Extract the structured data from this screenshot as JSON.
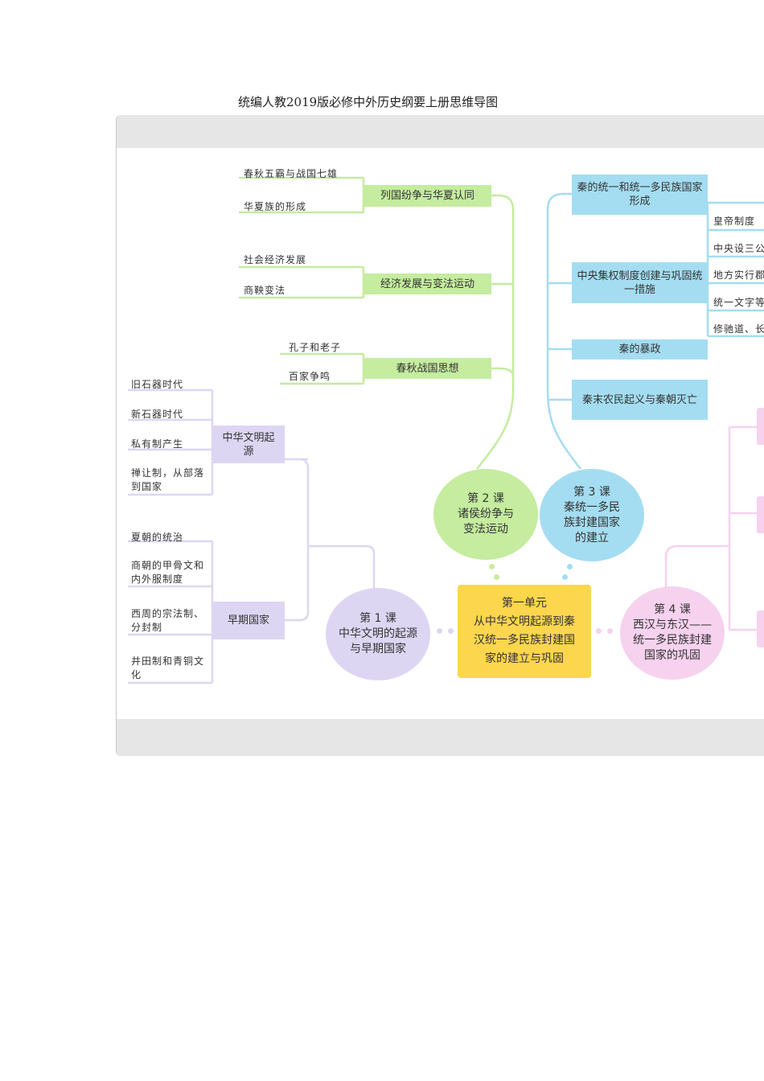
{
  "document": {
    "title": "统编人教2019版必修中外历史纲要上册思维导图"
  },
  "center": {
    "line1": "第一单元",
    "line2": "从中华文明起源到秦",
    "line3": "汉统一多民族封建国",
    "line4": "家的建立与巩固"
  },
  "lesson1": {
    "line1": "第 1 课",
    "line2": "中华文明的起源",
    "line3": "与早期国家",
    "branches": [
      {
        "label": "中华文明起源",
        "items": [
          "旧石器时代",
          "新石器时代",
          "私有制产生",
          "禅让制，从部落到国家"
        ]
      },
      {
        "label": "早期国家",
        "items": [
          "夏朝的统治",
          "商朝的甲骨文和内外服制度",
          "西周的宗法制、分封制",
          "井田制和青铜文化"
        ]
      }
    ]
  },
  "lesson2": {
    "line1": "第 2 课",
    "line2": "诸侯纷争与",
    "line3": "变法运动",
    "branches": [
      {
        "label": "列国纷争与华夏认同",
        "items": [
          "春秋五霸与战国七雄",
          "华夏族的形成"
        ]
      },
      {
        "label": "经济发展与变法运动",
        "items": [
          "社会经济发展",
          "商鞅变法"
        ]
      },
      {
        "label": "春秋战国思想",
        "items": [
          "孔子和老子",
          "百家争鸣"
        ]
      }
    ]
  },
  "lesson3": {
    "line1": "第 3 课",
    "line2": "秦统一多民",
    "line3": "族封建国家",
    "line4": "的建立",
    "branches": [
      {
        "label": "秦的统一和统一多民族国家形成",
        "items": []
      },
      {
        "label": "中央集权制度创建与巩固统一措施",
        "items": [
          "皇帝制度",
          "中央设三公",
          "地方实行郡",
          "统一文字等",
          "修驰道、长"
        ]
      },
      {
        "label": "秦的暴政",
        "items": []
      },
      {
        "label": "秦末农民起义与秦朝灭亡",
        "items": []
      }
    ]
  },
  "lesson4": {
    "line1": "第 4 课",
    "line2": "西汉与东汉——",
    "line3": "统一多民族封建",
    "line4": "国家的巩固"
  },
  "colors": {
    "green": "#c5ec9f",
    "blue": "#a4ddf1",
    "purple": "#ddd6f3",
    "pink": "#f6d2ef",
    "yellow": "#fcd64d"
  }
}
